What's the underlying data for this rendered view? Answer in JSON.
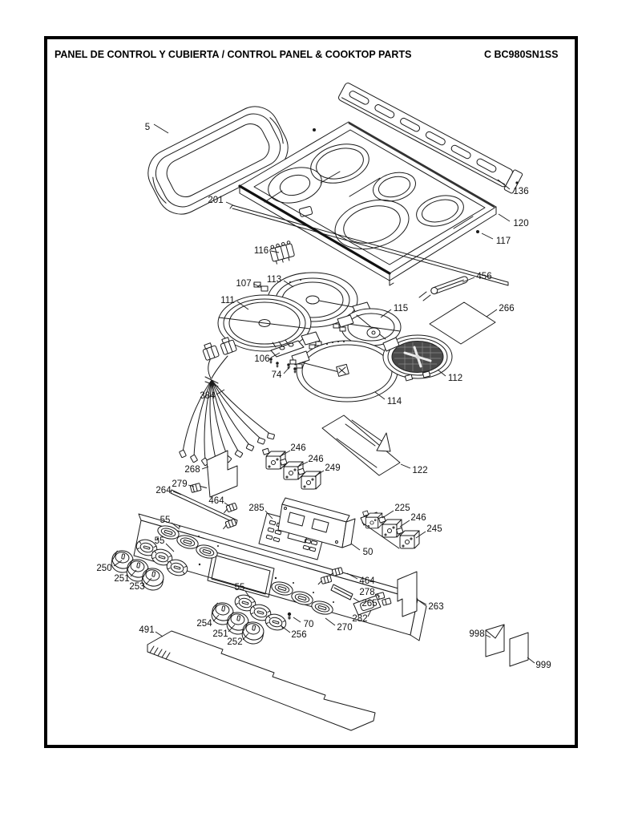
{
  "page": {
    "title": "PANEL DE CONTROL Y CUBIERTA / CONTROL PANEL & COOKTOP PARTS",
    "model": "C BC980SN1SS"
  },
  "callouts": [
    "5",
    "136",
    "120",
    "117",
    "201",
    "116",
    "107",
    "113",
    "111",
    "115",
    "456",
    "266",
    "106",
    "74",
    "112",
    "114",
    "384",
    "122",
    "246",
    "246",
    "249",
    "268",
    "279",
    "264",
    "464",
    "285",
    "225",
    "246",
    "245",
    "55",
    "55",
    "50",
    "250",
    "251",
    "253",
    "464",
    "278",
    "265",
    "282",
    "263",
    "270",
    "55",
    "254",
    "251",
    "252",
    "256",
    "70",
    "491",
    "998",
    "999"
  ]
}
